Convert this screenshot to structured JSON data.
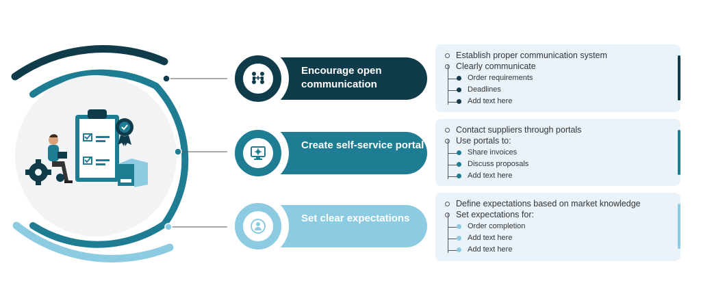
{
  "colors": {
    "dark": "#0f3b4a",
    "mid": "#1e7c93",
    "light": "#8ccbe1",
    "panel": "#eaf3fa"
  },
  "illustration": {
    "name": "supplier-checklist-illustration"
  },
  "steps": [
    {
      "title": "Encourage open communication",
      "icon": "team-communication-icon",
      "bullets": [
        "Establish proper communication system",
        "Clearly communicate"
      ],
      "subitems": [
        "Order requirements",
        "Deadlines",
        "Add text here"
      ]
    },
    {
      "title": "Create self-service portal",
      "icon": "portal-monitor-icon",
      "bullets": [
        "Contact suppliers through portals",
        "Use portals to:"
      ],
      "subitems": [
        "Share invoices",
        "Discuss proposals",
        "Add text here"
      ]
    },
    {
      "title": "Set clear expectations",
      "icon": "target-people-icon",
      "bullets": [
        "Define expectations based on market knowledge",
        "Set expectations for:"
      ],
      "subitems": [
        "Order completion",
        "Add text here",
        "Add text here"
      ]
    }
  ]
}
